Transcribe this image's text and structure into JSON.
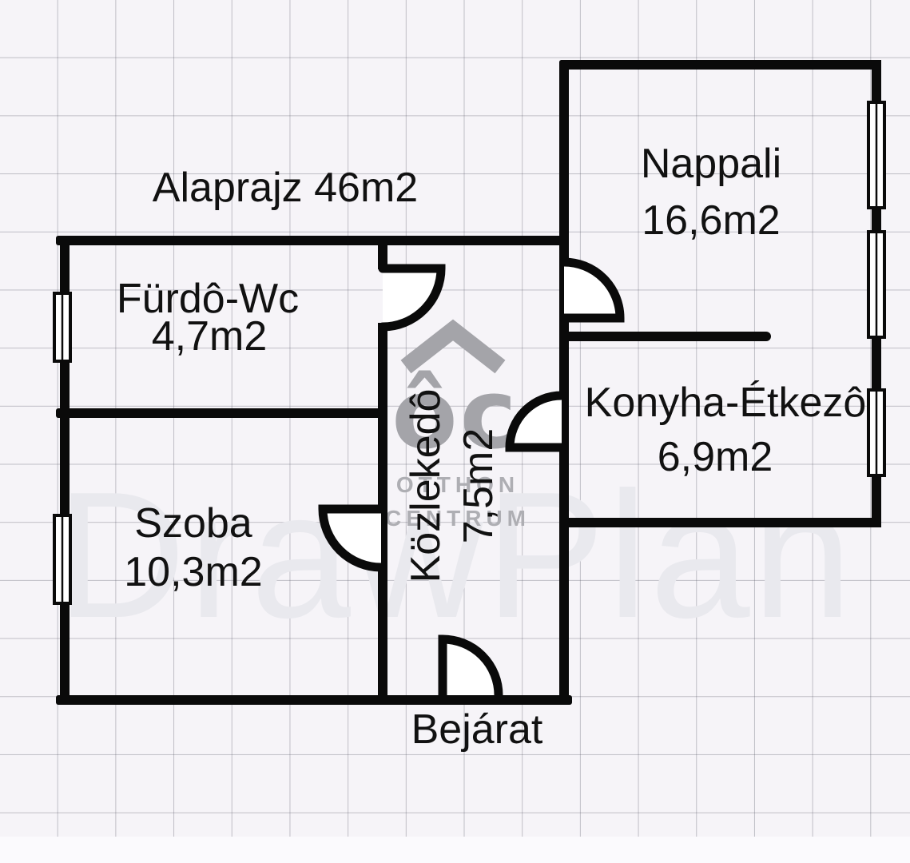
{
  "title": "Alaprajz 46m2",
  "entrance_label": "Bejárat",
  "rooms": [
    {
      "name": "Fürdô-Wc",
      "area": "4,7m2"
    },
    {
      "name": "Szoba",
      "area": "10,3m2"
    },
    {
      "name": "Közlekedô",
      "area": "7,5m2"
    },
    {
      "name": "Nappali",
      "area": "16,6m2"
    },
    {
      "name": "Konyha-Étkezô",
      "area": "6,9m2"
    }
  ],
  "watermarks": {
    "brand": "DrawPlan",
    "logo_monogram": "ôc",
    "logo_top_line": "OTTHON",
    "logo_bottom_line": "CENTRUM"
  },
  "colors": {
    "wall": "#0a0a0a",
    "label_text": "#111111",
    "background": "#f6f4f8",
    "grid_line": "#b9b9c2",
    "watermark_light": "#e9e9ee",
    "watermark_gray": "#a4a4a9"
  }
}
